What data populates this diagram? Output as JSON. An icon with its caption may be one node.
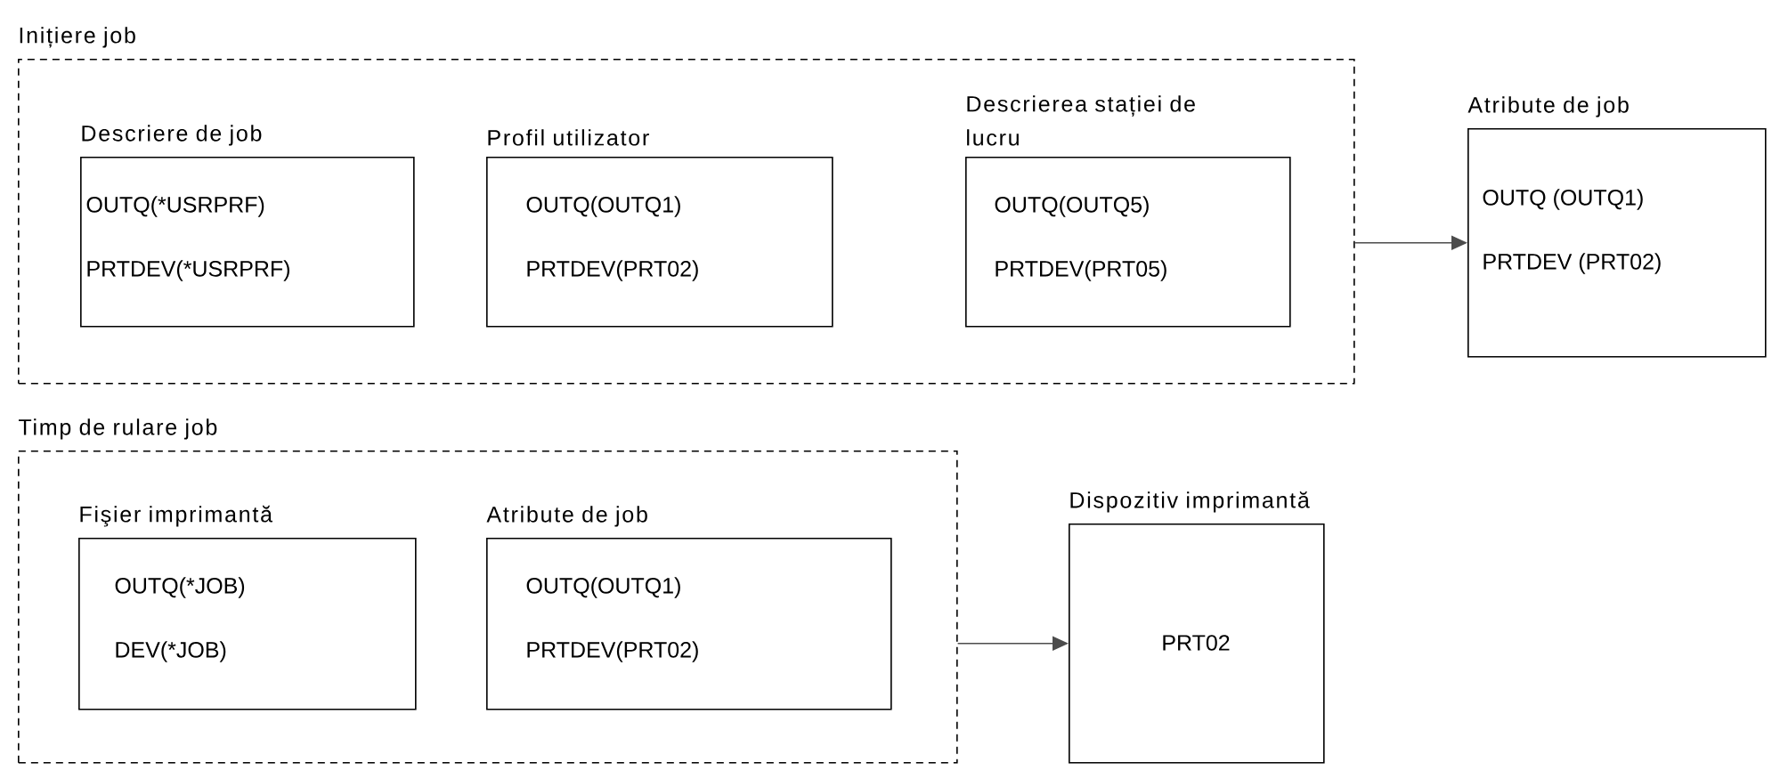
{
  "diagram": {
    "nodes": [
      {
        "text": [
          "Inițiere job"
        ]
      },
      {
        "text": [
          "Descriere de job",
          "OUTQ(*USRPRF)",
          "PRTDEV(*USRPRF)"
        ],
        "in": 0
      },
      {
        "text": [
          "Profil utilizator",
          "OUTQ(OUTQ1)",
          "PRTDEV(PRT02)"
        ],
        "in": 0
      },
      {
        "text": [
          "Descrierea stației de lucru",
          "OUTQ(OUTQ5)",
          "PRTDEV(PRT05)"
        ],
        "in": 0
      },
      {
        "text": [
          "Atribute de job",
          "OUTQ (OUTQ1)",
          "PRTDEV (PRT02)"
        ]
      },
      {
        "text": [
          "Timp de rulare job"
        ]
      },
      {
        "text": [
          "Fişier imprimantă",
          "OUTQ(*JOB)",
          "DEV(*JOB)"
        ],
        "in": 5
      },
      {
        "text": [
          "Atribute de job",
          "OUTQ(OUTQ1)",
          "PRTDEV(PRT02)"
        ],
        "in": 5
      },
      {
        "text": [
          "Dispozitiv imprimantă",
          "PRT02"
        ]
      }
    ],
    "edges": [
      {
        "from": 0,
        "to": 4,
        "arrow": "to"
      },
      {
        "from": 5,
        "to": 8,
        "arrow": "to"
      }
    ]
  }
}
